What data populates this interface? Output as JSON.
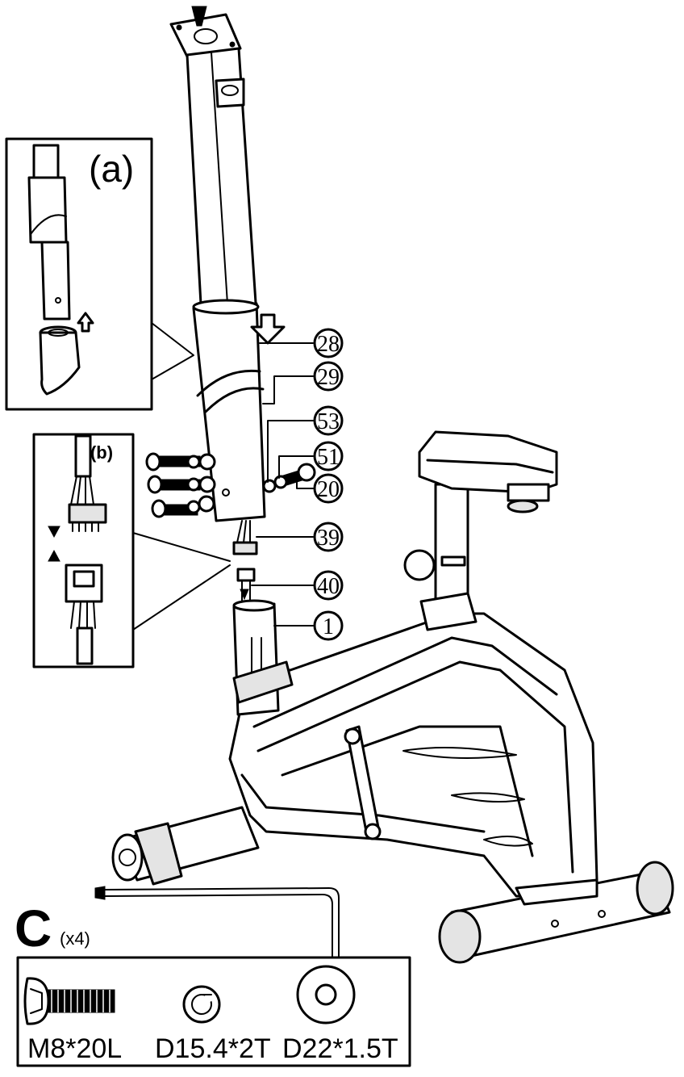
{
  "detail_a": {
    "label": "(a)"
  },
  "detail_b": {
    "label": "(b)"
  },
  "part_callouts": [
    "28",
    "29",
    "53",
    "51",
    "20",
    "39",
    "40",
    "1"
  ],
  "hardware": {
    "letter": "C",
    "quantity": "(x4)",
    "items": [
      {
        "label": "M8*20L",
        "icon": "bolt-icon"
      },
      {
        "label": "D15.4*2T",
        "icon": "spring-washer-icon"
      },
      {
        "label": "D22*1.5T",
        "icon": "flat-washer-icon"
      }
    ]
  }
}
